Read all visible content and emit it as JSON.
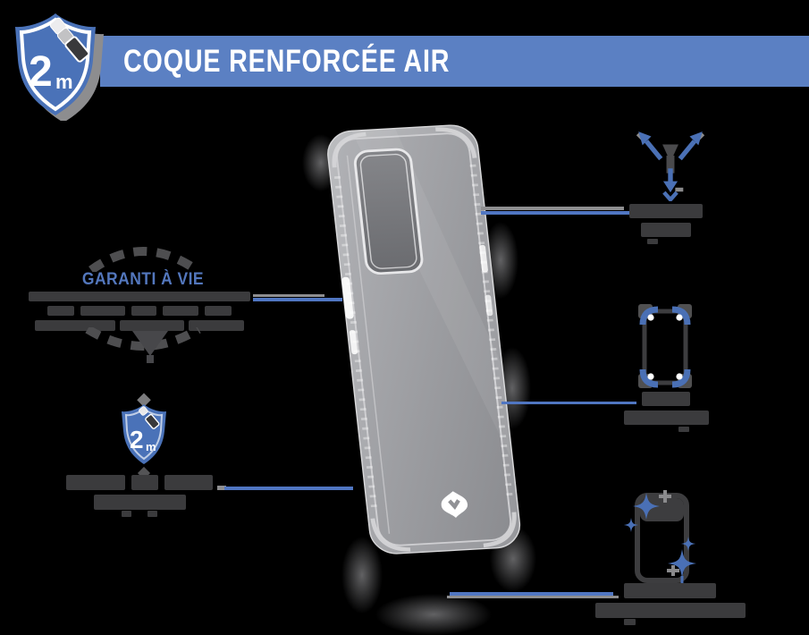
{
  "header": {
    "shield": {
      "value": "2",
      "unit": "m",
      "icon": "falling-phone-icon"
    },
    "banner_title": "COQUE RENFORCÉE AIR"
  },
  "warranty_badge": {
    "title": "GARANTI À VIE",
    "decoration": "dashed-arc-stamp",
    "subtitle_legible": false,
    "subtitle_lines": 3
  },
  "drop_badge": {
    "value": "2",
    "unit": "m",
    "icon": "falling-phone-icon",
    "caption_legible": false,
    "caption_lines": 2
  },
  "callouts": [
    {
      "id": "shock-dispersion",
      "icon": "shock-dispersion-arrows-icon",
      "label_legible": false,
      "label_lines": 2
    },
    {
      "id": "reinforced-corners",
      "icon": "reinforced-corners-phone-icon",
      "label_legible": false,
      "label_lines": 2
    },
    {
      "id": "anti-yellowing",
      "icon": "sparkles-phone-icon",
      "label_legible": false,
      "label_lines": 2
    }
  ],
  "product": {
    "kind": "transparent-reinforced-phone-case",
    "logo": "force-case-logo"
  },
  "colors": {
    "banner_blue": "#5b80c3",
    "shield_blue": "#4a72b8",
    "accent_blue": "#4a70b5",
    "pointer_blue": "#5076c2",
    "title_blue": "#5377bd",
    "bar_dark": "#3b3b3d",
    "background": "#000000"
  }
}
